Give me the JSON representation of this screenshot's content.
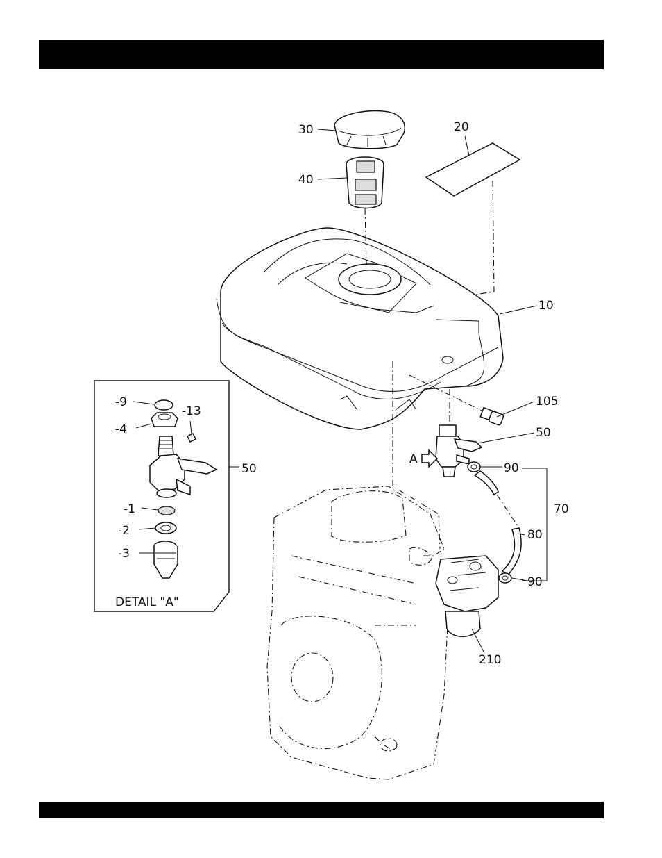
{
  "diagram": {
    "labels": {
      "p30": "30",
      "p20": "20",
      "p40": "40",
      "p10": "10",
      "p105": "105",
      "p50_main": "50",
      "arrow_a": "A",
      "p90_top": "90",
      "p70": "70",
      "p80": "80",
      "p90_bottom": "90",
      "p210": "210",
      "d9": "-9",
      "d4": "-4",
      "d13": "-13",
      "d50": "50",
      "d1": "-1",
      "d2": "-2",
      "d3": "-3",
      "detail_title": "DETAIL \"A\""
    }
  }
}
